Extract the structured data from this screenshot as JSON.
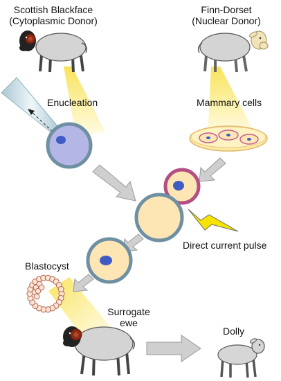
{
  "title": "",
  "labels": {
    "cytoplasmic_donor_breed": "Scottish Blackface",
    "cytoplasmic_donor_role": "(Cytoplasmic Donor)",
    "nuclear_donor_breed": "Finn-Dorset",
    "nuclear_donor_role": "(Nuclear Donor)",
    "enucleation": "Enucleation",
    "mammary_cells": "Mammary cells",
    "direct_current_pulse": "Direct current pulse",
    "blastocyst": "Blastocyst",
    "surrogate_line1": "Surrogate",
    "surrogate_line2": "ewe",
    "dolly": "Dolly"
  },
  "colors": {
    "sheep_wool": "#d4d4d4",
    "blackface_head": "#222222",
    "blackface_horn": "#8b2a12",
    "finn_head": "#f2e4b8",
    "light_cone": "#fbe98a",
    "egg_fill": "#fde6b4",
    "egg_membrane": "#6f8fa3",
    "egg_enucleated_fill": "#b4b6e6",
    "nucleus": "#3f5bc4",
    "mammary_membrane": "#b44e84",
    "pipette": "#c9dfe8",
    "process_arrow": "#cfcfcf",
    "lightning": "#f6e300",
    "dolly_lamb": "#d6d6d6"
  },
  "icons": {
    "cytoplasmic_donor": "blackface-sheep-icon",
    "nuclear_donor": "finn-dorset-sheep-icon",
    "pipette": "micropipette-icon",
    "petri_dish": "petri-dish-icon",
    "pulse": "lightning-bolt-icon",
    "blastocyst": "blastocyst-icon",
    "surrogate": "surrogate-ewe-icon",
    "offspring": "dolly-lamb-icon"
  }
}
